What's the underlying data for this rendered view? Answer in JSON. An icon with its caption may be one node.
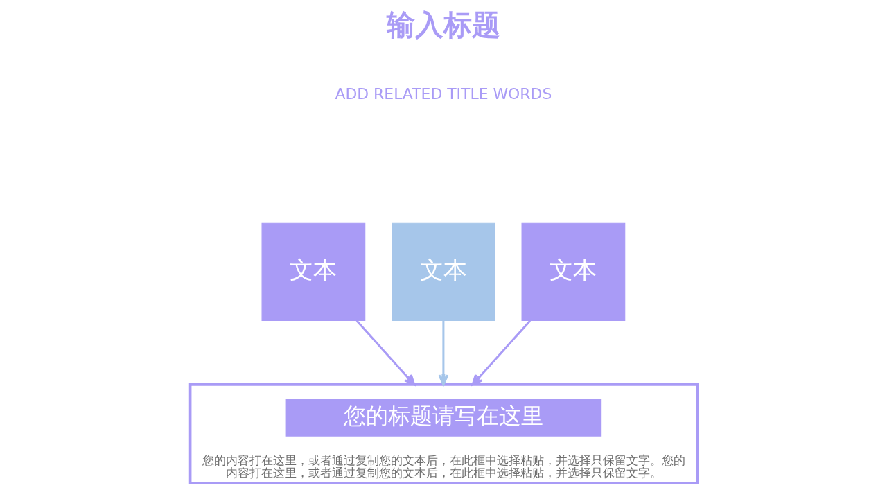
{
  "diagram": {
    "title": "输入标题",
    "nodes": [
      {
        "text": [
          "文本"
        ]
      },
      {
        "text": [
          "文本"
        ]
      },
      {
        "text": [
          "文本"
        ]
      },
      {
        "text": [
          "您的内容打在这里，或者通过复制您的文本后，在此框中选择粘贴，并选择只保留文字。您的内容打在这里，或者通过复制您的文本后，在此框中选择粘贴，并选择只保留文字。"
        ]
      },
      {
        "text": [
          "您的标题请写在这里"
        ],
        "in": 3
      }
    ],
    "edges": [
      {
        "from": 0,
        "to": 3,
        "arrow": "to"
      },
      {
        "from": 1,
        "to": 3,
        "arrow": "to",
        "color": "#a6c6ea"
      },
      {
        "from": 2,
        "to": 3,
        "arrow": "to"
      }
    ],
    "labels": [
      "ADD RELATED TITLE WORDS"
    ]
  }
}
